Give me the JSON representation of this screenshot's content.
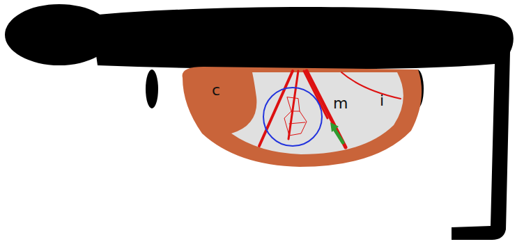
{
  "diagram": {
    "labels": [
      "c",
      "m",
      "i"
    ]
  }
}
